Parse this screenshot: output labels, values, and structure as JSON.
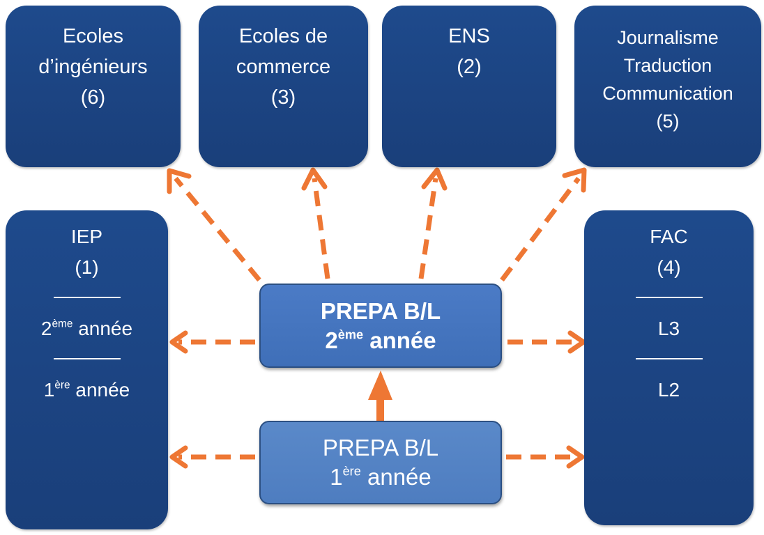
{
  "colors": {
    "dark_box": "#1e4a8c",
    "prepa_2": "#4b7bc6",
    "prepa_1": "#5a89c9",
    "arrow": "#ee7734",
    "text": "#ffffff"
  },
  "top_boxes": [
    {
      "lines": [
        "Ecoles",
        "d’ingénieurs",
        "(6)"
      ]
    },
    {
      "lines": [
        "Ecoles de",
        "commerce",
        "(3)"
      ]
    },
    {
      "lines": [
        "ENS",
        "(2)"
      ]
    },
    {
      "lines": [
        "Journalisme",
        "Traduction",
        "Communication",
        "(5)"
      ]
    }
  ],
  "iep": {
    "title": "IEP",
    "count": "(1)",
    "year2": {
      "num": "2",
      "sup": "ème",
      "rest": " année"
    },
    "year1": {
      "num": "1",
      "sup": "ère",
      "rest": " année"
    }
  },
  "fac": {
    "title": "FAC",
    "count": "(4)",
    "level2": "L3",
    "level1": "L2"
  },
  "prepa2": {
    "title": "PREPA B/L",
    "num": "2",
    "sup": "ème",
    "rest": " année"
  },
  "prepa1": {
    "title": "PREPA B/L",
    "num": "1",
    "sup": "ère",
    "rest": " année"
  }
}
